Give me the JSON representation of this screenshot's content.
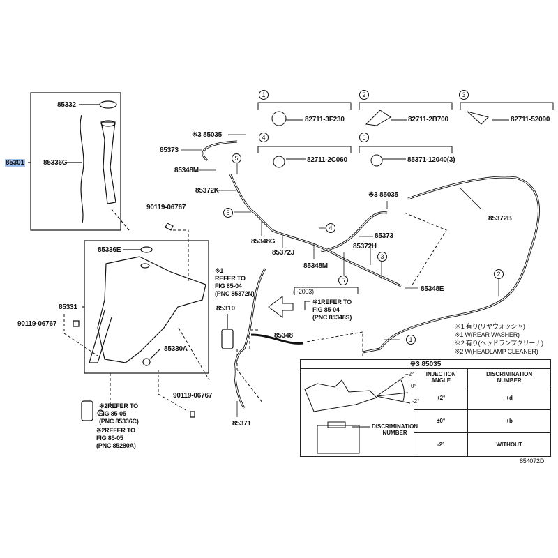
{
  "labels": {
    "p85332": "85332",
    "p85336G": "85336G",
    "p85301": "85301",
    "p85035_top": "※3 85035",
    "p85373_top": "85373",
    "p85348M_top": "85348M",
    "p85372K": "85372K",
    "p90119_top": "90119-06767",
    "p85035_right": "※3 85035",
    "p85372B": "85372B",
    "p85348G": "85348G",
    "p85372J": "85372J",
    "p85373_mid": "85373",
    "p85372H": "85372H",
    "p85348M_mid": "85348M",
    "p85348E": "85348E",
    "p85336E": "85336E",
    "p85331": "85331",
    "p90119_left": "90119-06767",
    "p85330A": "85330A",
    "p85310": "85310",
    "p85348": "85348",
    "p90119_bottom": "90119-06767",
    "p85371": "85371",
    "range_2003": "(      -2003)",
    "figure_id": "854072D"
  },
  "refs": [
    {
      "mark": "※1",
      "lines": [
        "REFER TO",
        "FIG 85-04",
        "(PNC 85372N)"
      ]
    },
    {
      "mark": "※1",
      "lines": [
        "REFER TO",
        "FIG 85-04",
        "(PNC 85348S)"
      ]
    },
    {
      "mark": "※2",
      "lines": [
        "REFER TO",
        "FIG 85-05",
        "(PNC 85336C)"
      ]
    },
    {
      "mark": "※2",
      "lines": [
        "REFER TO",
        "FIG 85-05",
        "(PNC 85280A)"
      ]
    }
  ],
  "clips": [
    {
      "num": "1",
      "part": "82711-3F230"
    },
    {
      "num": "2",
      "part": "82711-2B700"
    },
    {
      "num": "3",
      "part": "82711-52090"
    },
    {
      "num": "4",
      "part": "82711-2C060"
    },
    {
      "num": "5",
      "part": "85371-12040(3)"
    }
  ],
  "notes": [
    "※1 有り(リヤウォッシャ)",
    "※1 W(REAR WASHER)",
    "※2 有り(ヘッドランプクリーナ)",
    "※2 W(HEADLAMP CLEANER)"
  ],
  "nozzle_table": {
    "title": "※3 85035",
    "angle_labels": [
      "+2°",
      "0°",
      "-2°"
    ],
    "callout": [
      "DISCRIMINATION",
      "NUMBER"
    ],
    "headers": [
      [
        "INJECTION",
        "ANGLE"
      ],
      [
        "DISCRIMINATION",
        "NUMBER"
      ]
    ],
    "rows": [
      {
        "angle": "+2°",
        "number": "+d"
      },
      {
        "angle": "±0°",
        "number": "+b"
      },
      {
        "angle": "-2°",
        "number": "WITHOUT"
      }
    ]
  }
}
